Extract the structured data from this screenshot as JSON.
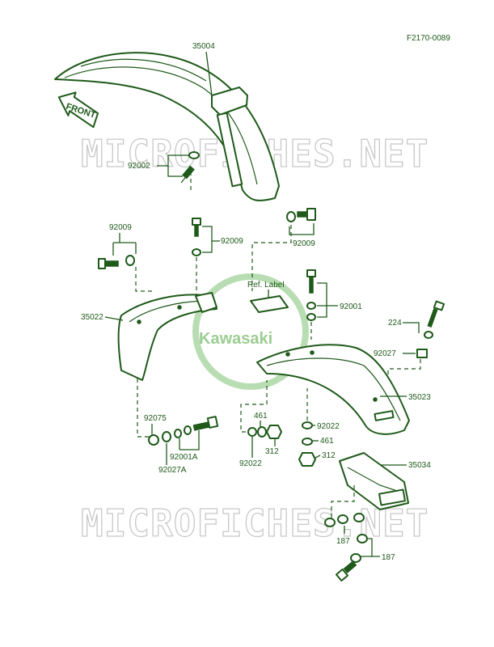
{
  "drawing_number": "F2170-0089",
  "watermark_text": "MICROFICHES.NET",
  "logo_text": "Kawasaki",
  "front_label": "FRONT",
  "ref_label": "Ref. Label",
  "colors": {
    "ink": "#1f5a1a",
    "watermark": "#c8c8c8",
    "logo": "#9ccd92"
  },
  "callouts": {
    "c35004": "35004",
    "c92002": "92002",
    "c92009a": "92009",
    "c92009b": "92009",
    "c92009c": "92009",
    "c35022": "35022",
    "c92001": "92001",
    "c224": "224",
    "c92027": "92027",
    "c35023": "35023",
    "c92075": "92075",
    "c92001A": "92001A",
    "c92027A": "92027A",
    "c461a": "461",
    "c461b": "461",
    "c92022a": "92022",
    "c92022b": "92022",
    "c312a": "312",
    "c312b": "312",
    "c35034": "35034",
    "c187a": "187",
    "c187b": "187"
  }
}
